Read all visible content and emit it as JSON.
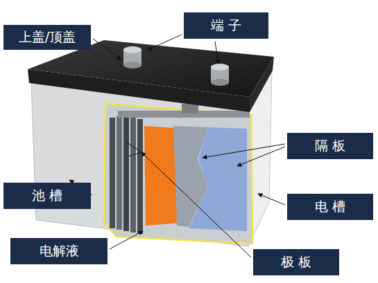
{
  "diagram": {
    "nodes": [
      {
        "text": [
          "上盖/顶盖"
        ]
      },
      {
        "text": [
          "端 子"
        ]
      },
      {
        "text": [
          "隔 板"
        ]
      },
      {
        "text": [
          "池 槽"
        ]
      },
      {
        "text": [
          "电 槽"
        ]
      },
      {
        "text": [
          "电解液"
        ]
      },
      {
        "text": [
          "极 板"
        ]
      }
    ]
  }
}
